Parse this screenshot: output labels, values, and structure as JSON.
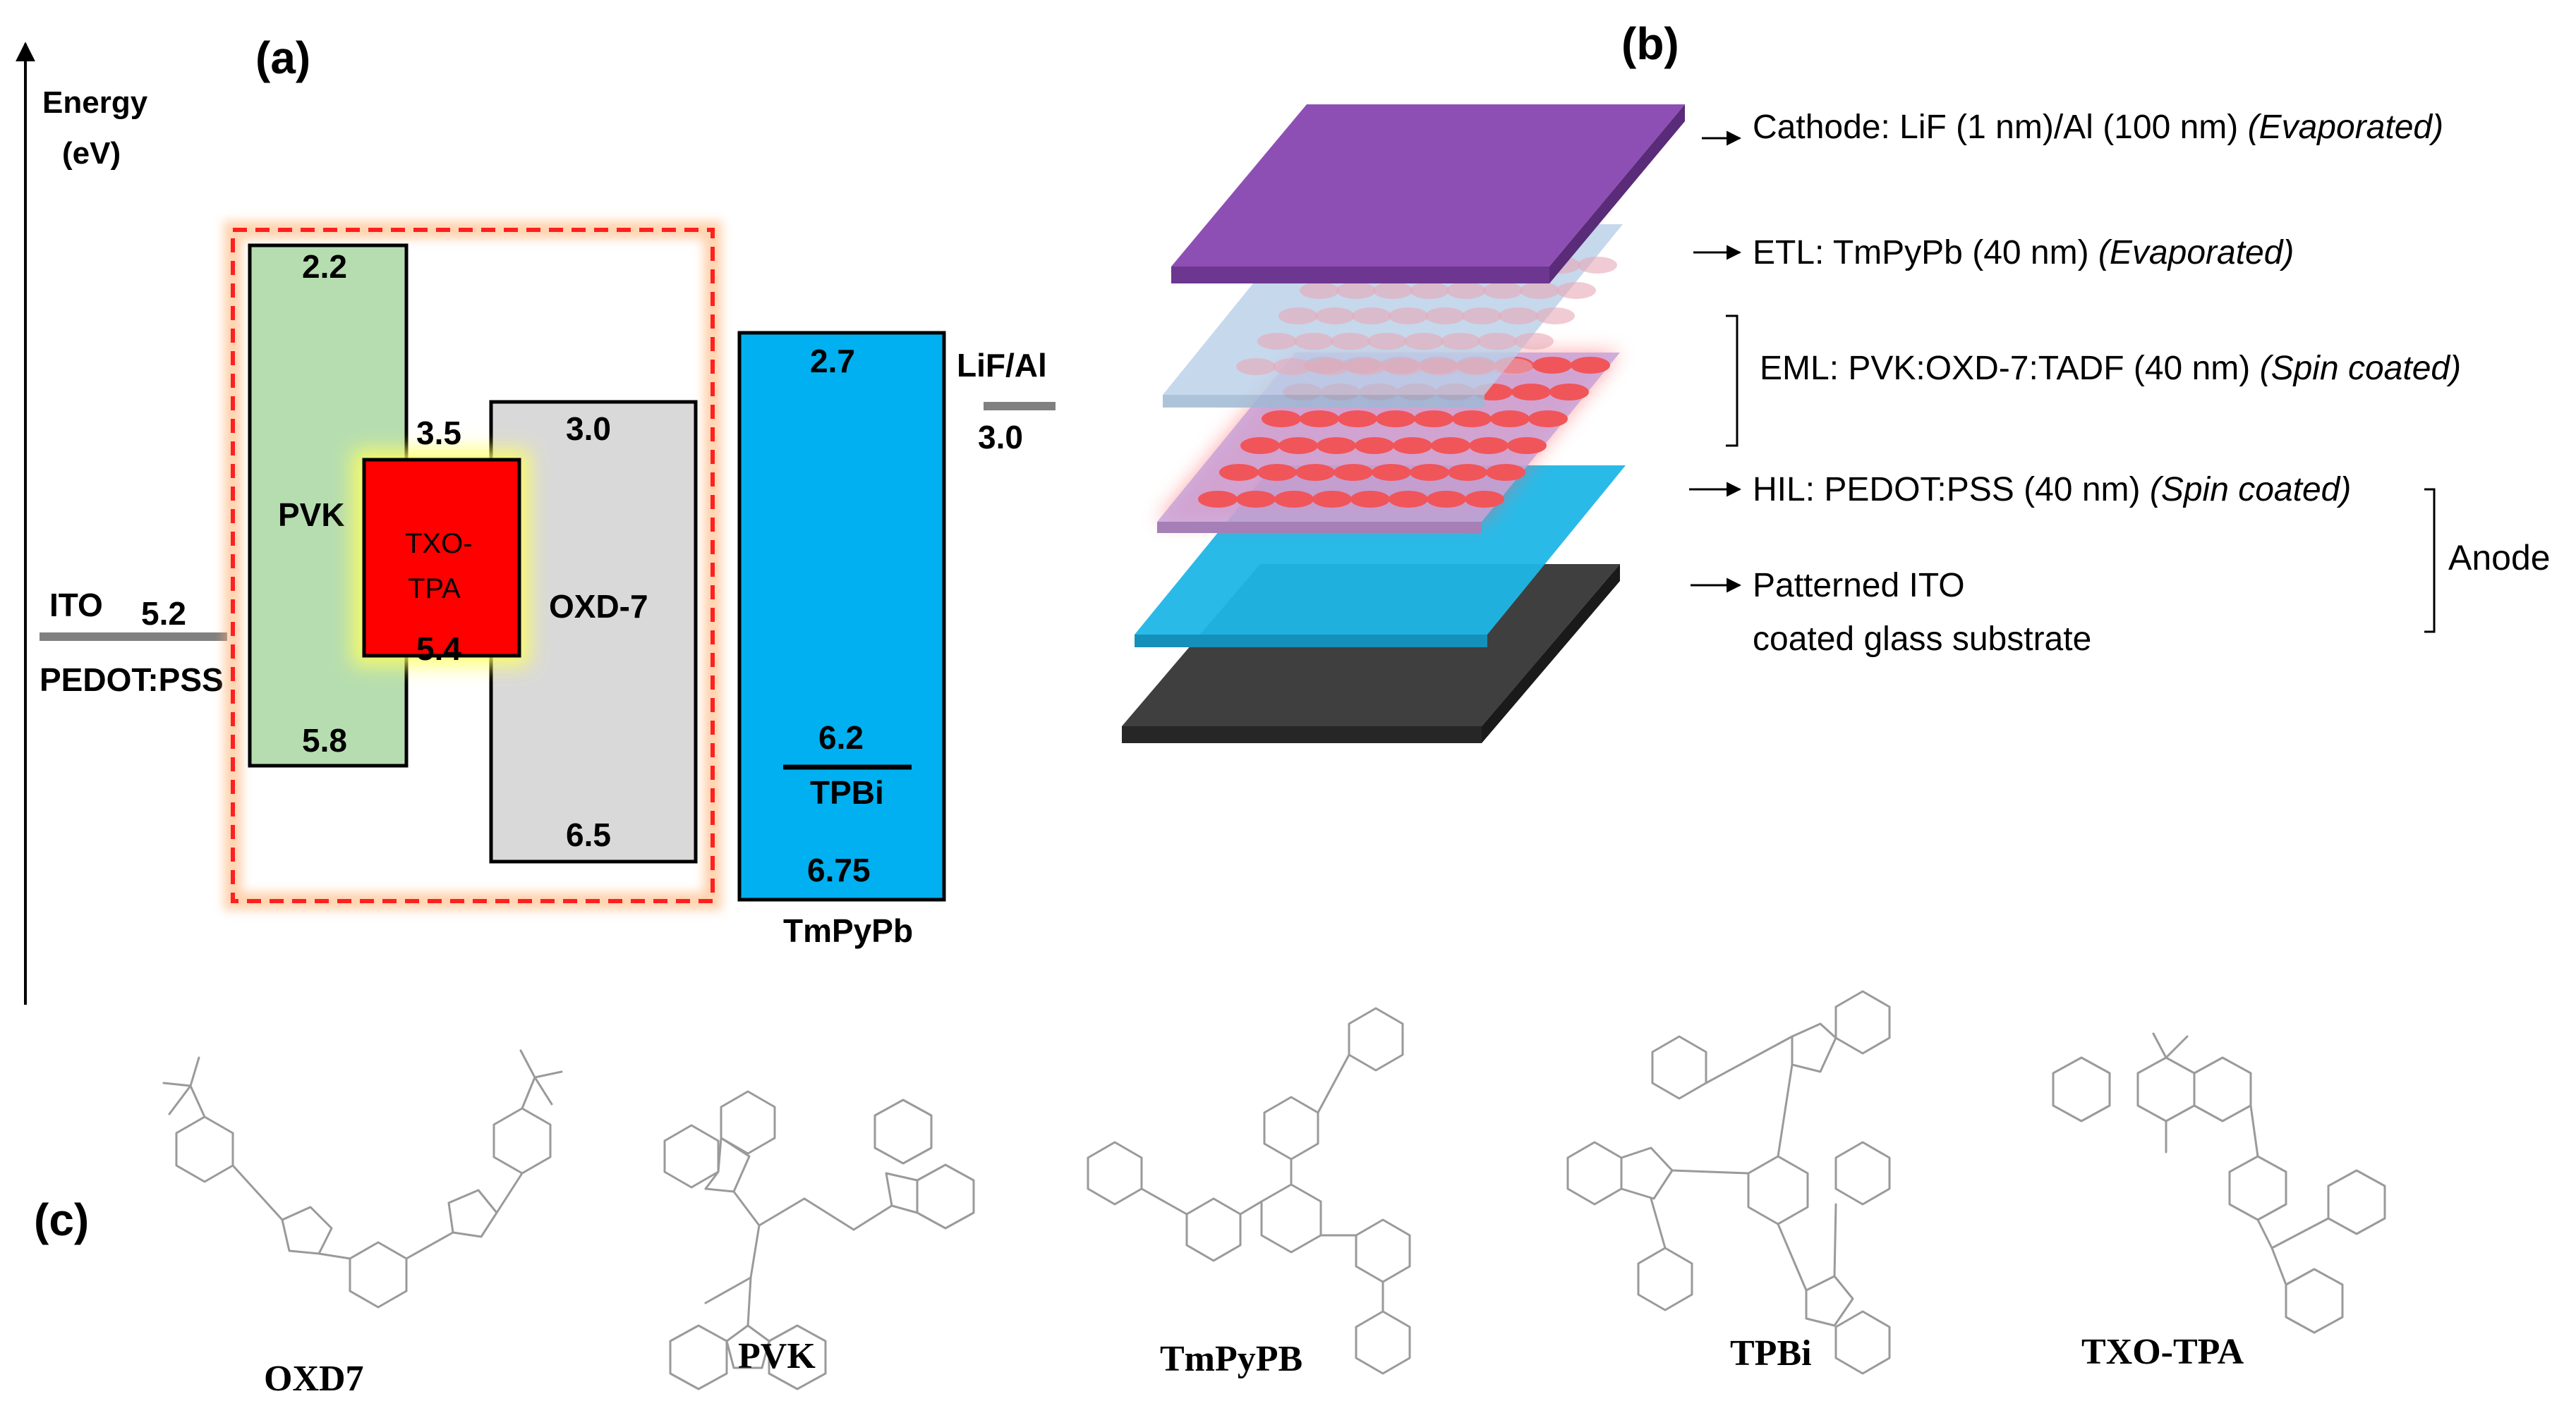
{
  "panel_labels": {
    "a": "(a)",
    "b": "(b)",
    "c": "(c)"
  },
  "energy_axis": {
    "label_line1": "Energy",
    "label_line2": "(eV)"
  },
  "panel_a": {
    "ito": {
      "name": "ITO",
      "value": "5.2",
      "name2": "PEDOT:PSS"
    },
    "pvk": {
      "name": "PVK",
      "lumo": "2.2",
      "homo": "5.8"
    },
    "txo_tpa": {
      "name_line1": "TXO-",
      "name_line2": "TPA",
      "lumo": "3.5",
      "homo": "5.4"
    },
    "oxd7": {
      "name": "OXD-7",
      "lumo": "3.0",
      "homo": "6.5"
    },
    "tmpypb": {
      "name": "TmPyPb",
      "lumo": "2.7",
      "homo": "6.75"
    },
    "tpbi": {
      "name": "TPBi",
      "homo": "6.2"
    },
    "cathode": {
      "name": "LiF/Al",
      "value": "3.0"
    }
  },
  "panel_b": {
    "cathode": {
      "text": "Cathode: LiF (1 nm)/Al (100 nm) ",
      "method": "(Evaporated)"
    },
    "etl": {
      "text": "ETL: TmPyPb (40 nm) ",
      "method": "(Evaporated)"
    },
    "eml": {
      "text": "EML: PVK:OXD-7:TADF (40 nm) ",
      "method": "(Spin coated)"
    },
    "hil": {
      "text": "HIL: PEDOT:PSS (40 nm) ",
      "method": "(Spin coated)"
    },
    "ito": {
      "line1": "Patterned ITO",
      "line2": "coated  glass substrate"
    },
    "anode": "Anode"
  },
  "panel_c": {
    "molecules": [
      "OXD7",
      "PVK",
      "TmPyPB",
      "TPBi",
      "TXO-TPA"
    ]
  },
  "colors": {
    "pvk": "#b6ddb0",
    "txo_tpa": "#ff0000",
    "oxd7": "#d9d9d9",
    "tmpypb": "#00b0f0",
    "dashed_box": "#ff2020",
    "cathode_layer": "#8e4fb4",
    "etl_layer": "#b9d0e8",
    "eml_dots": "#f0555a",
    "hil_layer": "#1fb6e6",
    "substrate": "#3a3a3a",
    "level_line": "#808080"
  }
}
